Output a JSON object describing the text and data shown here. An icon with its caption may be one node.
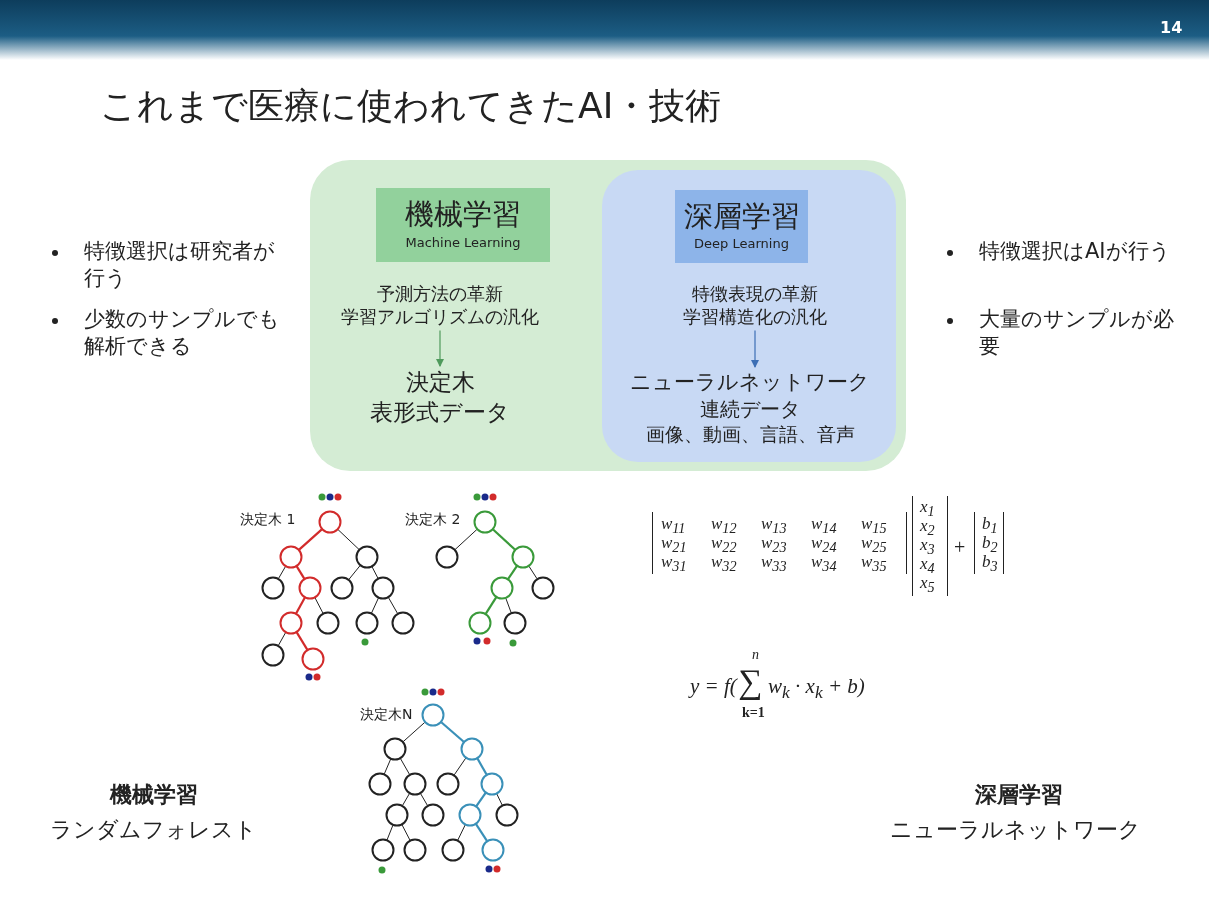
{
  "diagram": {
    "title": "これまで医療に使われてきたAI・技術",
    "nodes": [
      {
        "text": [],
        "shape": "box"
      },
      {
        "text": [
          "機械学習",
          "Machine Learning"
        ],
        "in": 0
      },
      {
        "text": [
          "予測方法の革新",
          "学習アルゴリズムの汎化"
        ],
        "in": 0
      },
      {
        "text": [
          "決定木",
          "表形式データ"
        ],
        "in": 0
      },
      {
        "text": [],
        "shape": "box",
        "in": 0
      },
      {
        "text": [
          "深層学習",
          "Deep Learning"
        ],
        "in": 4
      },
      {
        "text": [
          "特徴表現の革新",
          "学習構造化の汎化"
        ],
        "in": 4
      },
      {
        "text": [
          "ニューラルネットワーク",
          "連続データ",
          "画像、動画、言語、音声"
        ],
        "in": 4
      }
    ],
    "edges": [
      {
        "from": 2,
        "to": 3,
        "arrow": "to",
        "color": "#4f9a5c"
      },
      {
        "from": 6,
        "to": 7,
        "arrow": "to",
        "color": "#3c6eb4"
      }
    ],
    "labels": [
      "14",
      "特徴選択は研究者が行う",
      "少数のサンプルでも解析できる",
      "特徴選択はAIが行う",
      "大量のサンプルが必要",
      "決定木 1",
      "決定木 2",
      "w$_{11}$",
      "w$_{12}$",
      "w$_{13}$",
      "w$_{14}$",
      "w$_{15}$",
      "w$_{21}$",
      "w$_{22}$",
      "w$_{23}$",
      "w$_{24}$",
      "w$_{25}$",
      "w$_{31}$",
      "w$_{32}$",
      "w$_{33}$",
      "w$_{34}$",
      "w$_{35}$",
      "x$_{1}$",
      "x$_{2}$",
      "x$_{3}$",
      "x$_{4}$",
      "x$_{5}$",
      "+",
      "b$_{1}$",
      "b$_{2}$",
      "b$_{3}$",
      "y = f(",
      "n",
      "∑",
      "k=1",
      "w$_{k}$ · x$_{k}$ + b)",
      "決定木N",
      "機械学習",
      "ランダムフォレスト",
      "深層学習",
      "ニューラルネットワーク"
    ]
  }
}
